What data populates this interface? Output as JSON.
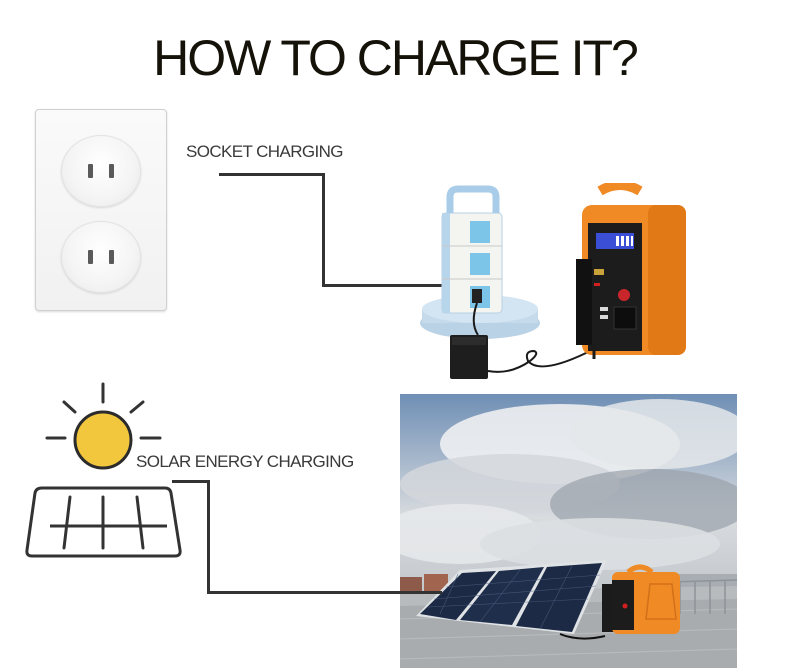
{
  "title": "HOW TO CHARGE IT?",
  "methods": [
    {
      "label": "SOCKET CHARGING",
      "icon": "wall-socket-icon",
      "image": "power-strip-adapter-and-power-station-photo"
    },
    {
      "label": "SOLAR ENERGY CHARGING",
      "icon": "sun-and-solar-panel-icon",
      "image": "rooftop-solar-panel-and-power-station-photo"
    }
  ],
  "colors": {
    "title_text": "#15120a",
    "label_text": "#3a3a3a",
    "connector_line": "#333333",
    "sun_fill": "#f2c73d",
    "station_orange": "#f08a24",
    "station_black": "#1c1c1c",
    "lcd_blue": "#3b4fd6",
    "strip_blue": "#a8cde6"
  }
}
